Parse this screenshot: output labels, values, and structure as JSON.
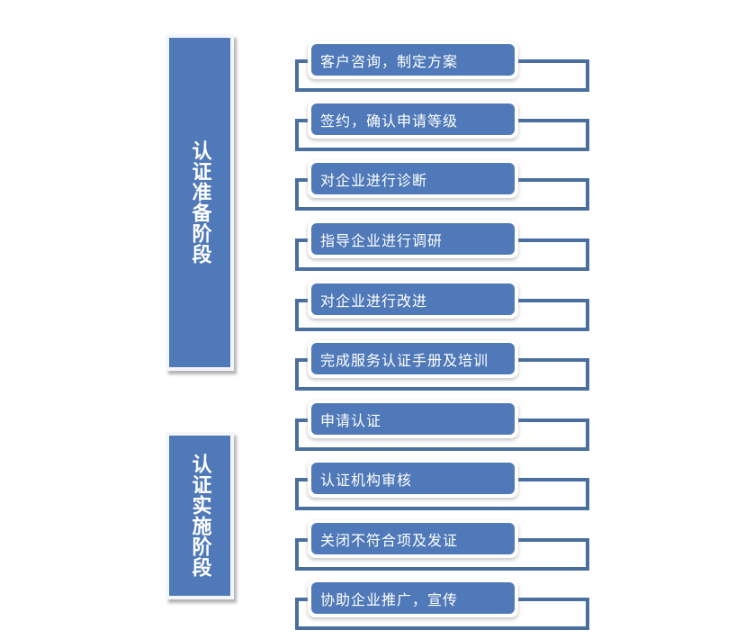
{
  "colors": {
    "box_fill": "#4f79b8",
    "connector": "#4a6f9f",
    "text": "#ffffff",
    "background": "#ffffff"
  },
  "phases": [
    {
      "label": "认证准备阶段"
    },
    {
      "label": "认证实施阶段"
    }
  ],
  "steps": [
    {
      "label": "客户咨询，制定方案",
      "phase": 0
    },
    {
      "label": "签约，确认申请等级",
      "phase": 0
    },
    {
      "label": "对企业进行诊断",
      "phase": 0
    },
    {
      "label": "指导企业进行调研",
      "phase": 0
    },
    {
      "label": "对企业进行改进",
      "phase": 0
    },
    {
      "label": "完成服务认证手册及培训",
      "phase": 0
    },
    {
      "label": "申请认证",
      "phase": 1
    },
    {
      "label": "认证机构审核",
      "phase": 1
    },
    {
      "label": "关闭不符合项及发证",
      "phase": 1
    },
    {
      "label": "协助企业推广，宣传",
      "phase": 1
    }
  ]
}
